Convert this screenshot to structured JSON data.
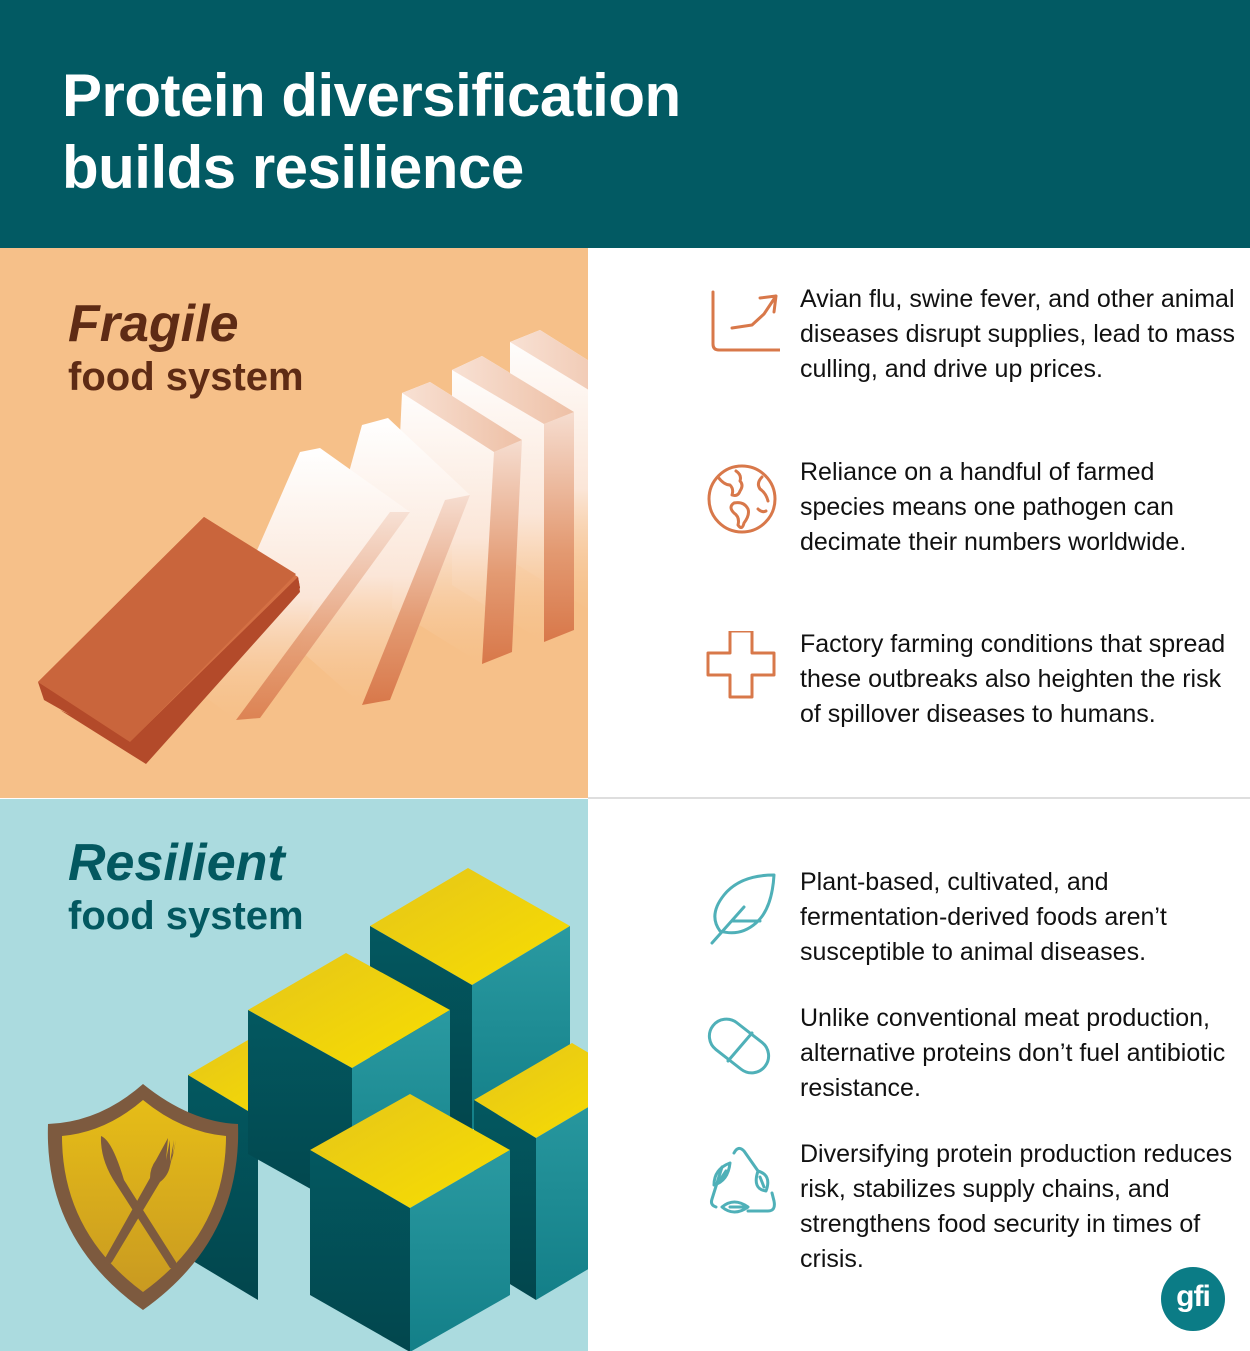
{
  "header": {
    "title": "Protein diversification builds resilience",
    "background": "#025a63"
  },
  "fragile": {
    "heading_emph": "Fragile",
    "heading_rest": "food system",
    "background": "#f6c089",
    "accent": "#d8784a",
    "illustration": "falling-dominoes",
    "items": [
      {
        "icon": "trend-up-chart-icon",
        "text": "Avian flu, swine fever, and other animal diseases disrupt supplies, lead to mass culling, and drive up prices."
      },
      {
        "icon": "globe-icon",
        "text": "Reliance on a handful of farmed species means one pathogen can decimate their numbers worldwide."
      },
      {
        "icon": "medical-cross-icon",
        "text": "Factory farming conditions that spread these outbreaks also heighten the risk of spillover diseases to humans."
      }
    ]
  },
  "resilient": {
    "heading_emph": "Resilient",
    "heading_rest": "food system",
    "background": "#abdbdf",
    "accent": "#4fb0b8",
    "illustration": "stacked-cubes-with-shield",
    "items": [
      {
        "icon": "leaf-icon",
        "text": "Plant-based, cultivated, and fermentation-derived foods aren’t susceptible to animal diseases."
      },
      {
        "icon": "pill-capsule-icon",
        "text": "Unlike conventional meat production, alternative proteins don’t fuel antibiotic resistance."
      },
      {
        "icon": "leaf-cycle-icon",
        "text": "Diversifying protein production reduces risk, stabilizes supply chains, and strengthens food security in times of crisis."
      }
    ]
  },
  "logo": {
    "text": "gfi",
    "color": "#0b7c86"
  }
}
